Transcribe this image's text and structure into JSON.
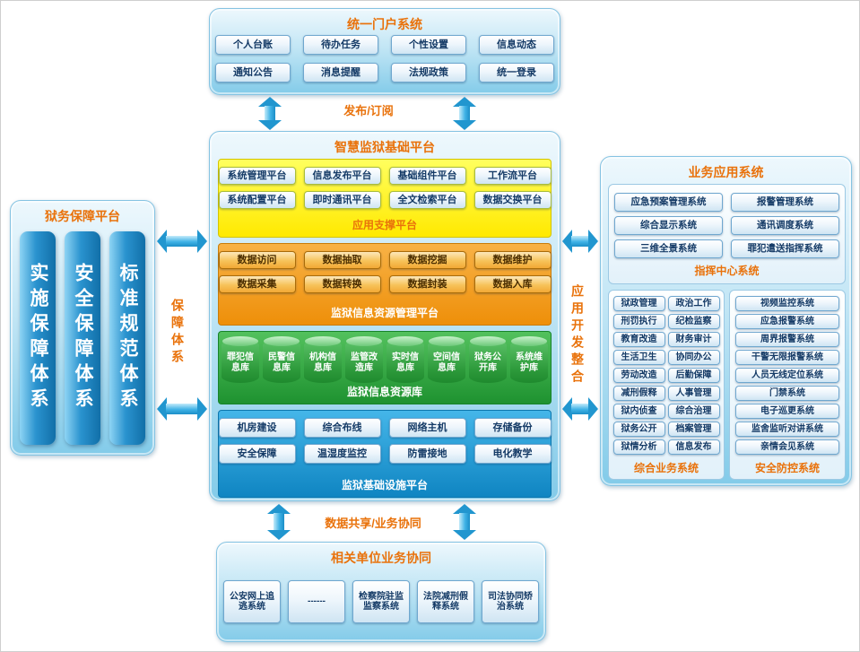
{
  "colors": {
    "accent_orange": "#e9720b",
    "panel_blue": "#83cbe9",
    "section_yellow": "#ffe900",
    "section_orange": "#ee8f09",
    "section_green": "#1e9230",
    "section_blue": "#0f85c2",
    "arrow_cyan": "#2196cf"
  },
  "portal": {
    "title": "统一门户系统",
    "items": [
      "个人台账",
      "待办任务",
      "个性设置",
      "信息动态",
      "通知公告",
      "消息提醒",
      "法规政策",
      "统一登录"
    ]
  },
  "labels": {
    "publish_subscribe": "发布/订阅",
    "support_system": "保障体系",
    "app_dev_integration": "应用开发整合",
    "data_share": "数据共享/业务协同"
  },
  "left_platform": {
    "title": "狱务保障平台",
    "bars": [
      "实施保障体系",
      "安全保障体系",
      "标准规范体系"
    ]
  },
  "core_platform": {
    "title": "智慧监狱基础平台",
    "app_support": {
      "title": "应用支撑平台",
      "items": [
        "系统管理平台",
        "信息发布平台",
        "基础组件平台",
        "工作流平台",
        "系统配置平台",
        "即时通讯平台",
        "全文检索平台",
        "数据交换平台"
      ]
    },
    "resource_mgmt": {
      "title": "监狱信息资源管理平台",
      "items": [
        "数据访问",
        "数据抽取",
        "数据挖掘",
        "数据维护",
        "数据采集",
        "数据转换",
        "数据封装",
        "数据入库"
      ]
    },
    "resource_db": {
      "title": "监狱信息资源库",
      "items": [
        "罪犯信息库",
        "民警信息库",
        "机构信息库",
        "监管改造库",
        "实时信息库",
        "空间信息库",
        "狱务公开库",
        "系统维护库"
      ]
    },
    "infrastructure": {
      "title": "监狱基础设施平台",
      "items": [
        "机房建设",
        "综合布线",
        "网络主机",
        "存储备份",
        "安全保障",
        "温湿度监控",
        "防雷接地",
        "电化教学"
      ]
    }
  },
  "business_apps": {
    "title": "业务应用系统",
    "command_center": {
      "title": "指挥中心系统",
      "items": [
        "应急预案管理系统",
        "报警管理系统",
        "综合显示系统",
        "通讯调度系统",
        "三维全景系统",
        "罪犯遣送指挥系统"
      ]
    },
    "general_business": {
      "title": "综合业务系统",
      "items": [
        "狱政管理",
        "政治工作",
        "刑罚执行",
        "纪检监察",
        "教育改造",
        "财务审计",
        "生活卫生",
        "协同办公",
        "劳动改造",
        "后勤保障",
        "减刑假释",
        "人事管理",
        "狱内侦查",
        "综合治理",
        "狱务公开",
        "档案管理",
        "狱情分析",
        "信息发布"
      ]
    },
    "security_control": {
      "title": "安全防控系统",
      "items": [
        "视频监控系统",
        "应急报警系统",
        "周界报警系统",
        "干警无限报警系统",
        "人员无线定位系统",
        "门禁系统",
        "电子巡更系统",
        "监舍监听对讲系统",
        "亲情会见系统"
      ]
    }
  },
  "collaboration": {
    "title": "相关单位业务协同",
    "items": [
      "公安网上追逃系统",
      "------",
      "检察院驻监监察系统",
      "法院减刑假释系统",
      "司法协同矫治系统"
    ]
  }
}
